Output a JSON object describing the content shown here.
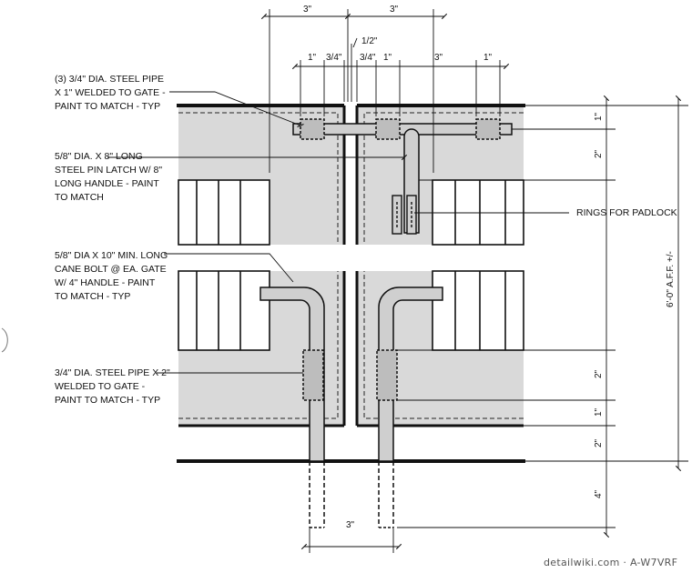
{
  "notes": {
    "pipe_3_4_x1": "(3) 3/4\" DIA. STEEL PIPE\nX 1\" WELDED TO GATE -\nPAINT TO MATCH - TYP",
    "pin_latch": "5/8\" DIA. X 8\" LONG\nSTEEL PIN LATCH W/ 8\"\nLONG HANDLE - PAINT\nTO MATCH",
    "rings_padlock": "RINGS FOR PADLOCK",
    "cane_bolt": "5/8\" DIA X 10\" MIN. LONG\nCANE BOLT @ EA. GATE\nW/ 4\" HANDLE - PAINT\nTO MATCH - TYP",
    "pipe_3_4_x2": "3/4\" DIA. STEEL PIPE X 2\"\nWELDED TO GATE -\nPAINT TO MATCH - TYP"
  },
  "dimensions": {
    "top_left_3": "3\"",
    "top_right_3": "3\"",
    "half": "1/2\"",
    "d1_left": "1\"",
    "d34_left": "3/4\"",
    "d34_right": "3/4\"",
    "d1_mid": "1\"",
    "d3_mid": "3\"",
    "d1_right": "1\"",
    "r_1_top": "1\"",
    "r_2_top": "2\"",
    "overall": "6'-0\" A.F.F. +/-",
    "r_2_low": "2\"",
    "r_1_low": "1\"",
    "r_2_ground": "2\"",
    "r_4_ground": "4\"",
    "bottom_3": "3\""
  },
  "watermark": "detailwiki.com · A-W7VRF"
}
